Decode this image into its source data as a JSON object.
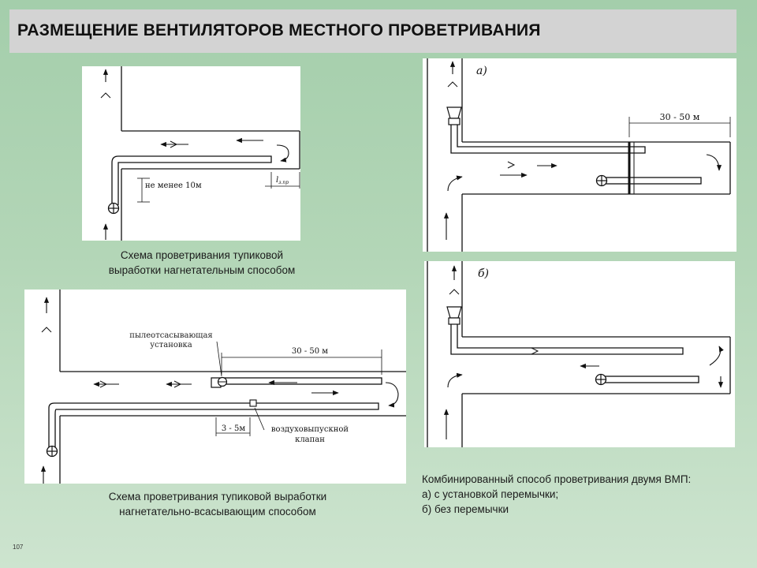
{
  "header": {
    "title": "РАЗМЕЩЕНИЕ ВЕНТИЛЯТОРОВ МЕСТНОГО ПРОВЕТРИВАНИЯ"
  },
  "diagram1": {
    "label_distance": "не менее 10м",
    "label_l": "l",
    "label_l_sub": "з.пр",
    "caption_line1": "Схема проветривания тупиковой",
    "caption_line2": "выработки нагнетательным способом"
  },
  "diagram2": {
    "label_unit_line1": "пылеотсасывающая",
    "label_unit_line2": "установка",
    "label_distance": "30 - 50 м",
    "label_short": "3 - 5м",
    "label_valve_line1": "воздуховыпускной",
    "label_valve_line2": "клапан",
    "caption_line1": "Схема проветривания тупиковой выработки",
    "caption_line2": "нагнетательно-всасывающим способом"
  },
  "diagram3": {
    "panel_label": "а)",
    "label_distance": "30 - 50 м"
  },
  "diagram4": {
    "panel_label": "б)"
  },
  "caption_combined": {
    "line1": "Комбинированный способ проветривания двумя ВМП:",
    "line2": "а) с установкой перемычки;",
    "line3": "б) без перемычки"
  },
  "footer": {
    "page_number": "107"
  }
}
